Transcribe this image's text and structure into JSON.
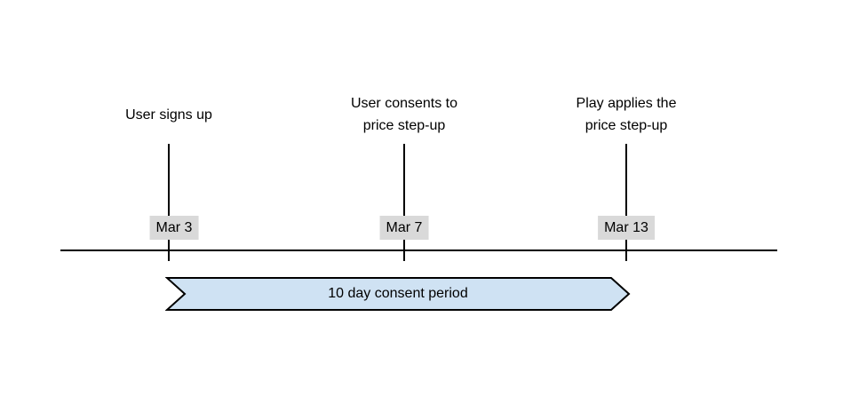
{
  "colors": {
    "banner_fill": "#cfe2f3",
    "banner_stroke": "#000000",
    "date_label_bg": "#d9d9d9",
    "line_color": "#000000",
    "text_color": "#000000",
    "background": "#ffffff"
  },
  "timeline": {
    "events": [
      {
        "title": "User signs up",
        "date": "Mar 3"
      },
      {
        "title": "User consents to\nprice step-up",
        "date": "Mar 7"
      },
      {
        "title": "Play applies the\nprice step-up",
        "date": "Mar 13"
      }
    ],
    "banner_label": "10 day consent period"
  }
}
